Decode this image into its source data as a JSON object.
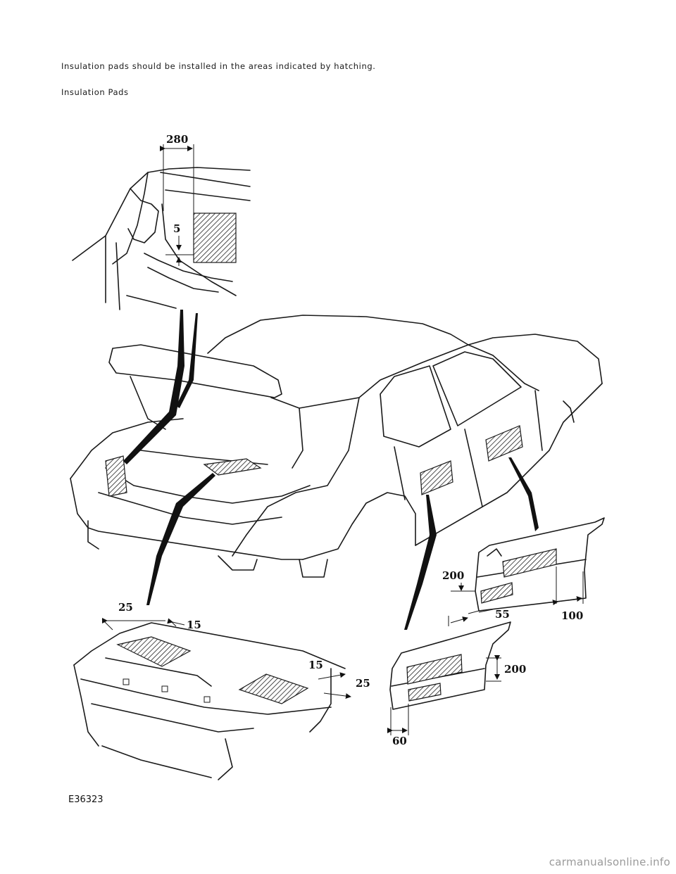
{
  "document": {
    "intro": "Insulation pads should be installed in the areas indicated by hatching.",
    "subtitle": "Insulation Pads"
  },
  "figure": {
    "dimensions": {
      "d280": "280",
      "d5": "5",
      "d25_left": "25",
      "d15_left": "15",
      "d15_right": "15",
      "d25_right": "25",
      "d200_top": "200",
      "d55": "55",
      "d100": "100",
      "d200_bottom": "200",
      "d60": "60"
    },
    "reference": "E36323"
  },
  "watermark": "carmanualsonline.info"
}
